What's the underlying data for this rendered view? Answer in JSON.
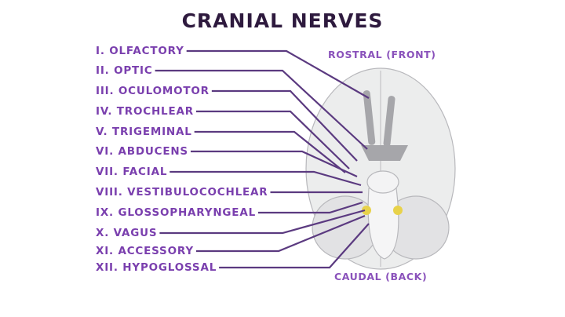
{
  "title": "CRANIAL NERVES",
  "orientation": {
    "top": "ROSTRAL (FRONT)",
    "bottom": "CAUDAL (BACK)"
  },
  "nerves": [
    "I. OLFACTORY",
    "II. OPTIC",
    "III. OCULOMOTOR",
    "IV. TROCHLEAR",
    "V. TRIGEMINAL",
    "VI. ABDUCENS",
    "VII. FACIAL",
    "VIII. VESTIBULOCOCHLEAR",
    "IX. GLOSSOPHARYNGEAL",
    "X. VAGUS",
    "XI. ACCESSORY",
    "XII. HYPOGLOSSAL"
  ],
  "colors": {
    "title": "#2e1a3e",
    "label": "#7a3fae",
    "line": "#5b3a80",
    "brain": "#e6e6e8"
  }
}
